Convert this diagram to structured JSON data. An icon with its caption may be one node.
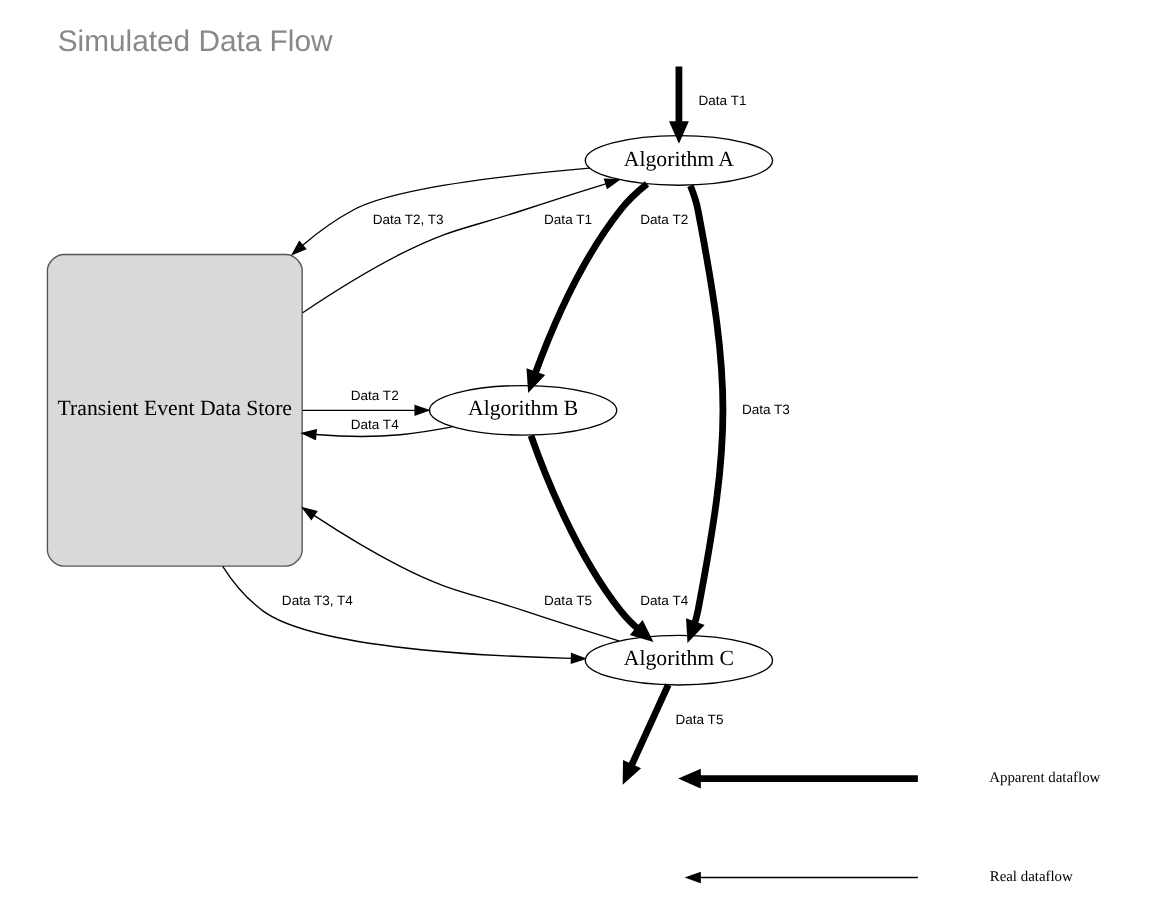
{
  "diagram": {
    "title": "Simulated Data Flow",
    "nodes": [
      {
        "text": [
          "Transient Event Data Store"
        ]
      },
      {
        "text": [
          "Algorithm A"
        ]
      },
      {
        "text": [
          "Algorithm B"
        ]
      },
      {
        "text": [
          "Algorithm C"
        ]
      }
    ],
    "edges": [
      {
        "from": null,
        "to": 1,
        "arrow": "to",
        "label": "Data T1",
        "style": "thick"
      },
      {
        "from": 0,
        "to": 1,
        "arrow": "to",
        "label": "Data T1"
      },
      {
        "from": 1,
        "to": 0,
        "arrow": "to",
        "label": "Data T2, T3"
      },
      {
        "from": 1,
        "to": 2,
        "arrow": "to",
        "label": "Data T2",
        "style": "thick"
      },
      {
        "from": 1,
        "to": 3,
        "arrow": "to",
        "label": "Data T3",
        "style": "thick"
      },
      {
        "from": 0,
        "to": 2,
        "arrow": "to",
        "label": "Data T2"
      },
      {
        "from": 2,
        "to": 0,
        "arrow": "to",
        "label": "Data T4"
      },
      {
        "from": 2,
        "to": 3,
        "arrow": "to",
        "label": "Data T4",
        "style": "thick"
      },
      {
        "from": 0,
        "to": 3,
        "arrow": "to",
        "label": "Data T3, T4"
      },
      {
        "from": 3,
        "to": 0,
        "arrow": "to",
        "label": "Data T5"
      },
      {
        "from": 3,
        "to": null,
        "arrow": "to",
        "label": "Data T5",
        "style": "thick"
      }
    ],
    "legend": [
      {
        "text": "Apparent dataflow"
      },
      {
        "text": "Real dataflow"
      }
    ]
  }
}
